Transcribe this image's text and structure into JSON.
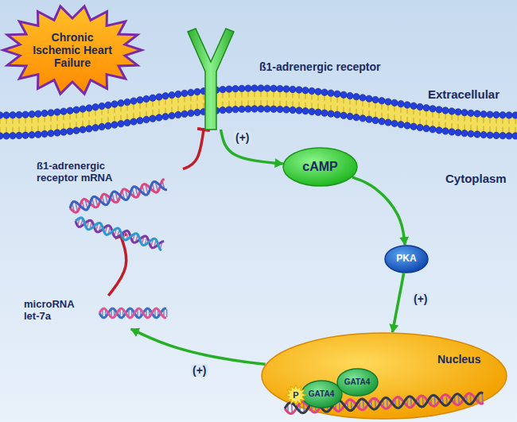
{
  "diagram": {
    "nodes": [
      {
        "text": [
          "Chronic Ischemic Heart Failure"
        ]
      },
      {
        "text": [
          "ß1-adrenergic receptor"
        ]
      },
      {
        "text": [
          "cAMP"
        ]
      },
      {
        "text": [
          "PKA"
        ]
      },
      {
        "text": [
          "Nucleus"
        ]
      },
      {
        "text": [
          "GATA4"
        ],
        "in": 4
      },
      {
        "text": [
          "GATA4"
        ],
        "in": 4
      },
      {
        "text": [
          "microRNA let-7a"
        ]
      },
      {
        "text": [
          "ß1-adrenergic receptor mRNA"
        ]
      }
    ],
    "edges": [
      {
        "from": 1,
        "to": 2,
        "arrow": "to",
        "label": "(+)"
      },
      {
        "from": 2,
        "to": 3,
        "arrow": "to"
      },
      {
        "from": 3,
        "to": 4,
        "arrow": "to",
        "label": "(+)"
      },
      {
        "from": 4,
        "to": 7,
        "arrow": "to",
        "label": "(+)"
      },
      {
        "from": 7,
        "to": 8,
        "arrow": "to"
      },
      {
        "from": 8,
        "to": 1,
        "arrow": "to"
      }
    ],
    "labels": [
      "Extracellular",
      "Cytoplasm",
      "P"
    ]
  }
}
